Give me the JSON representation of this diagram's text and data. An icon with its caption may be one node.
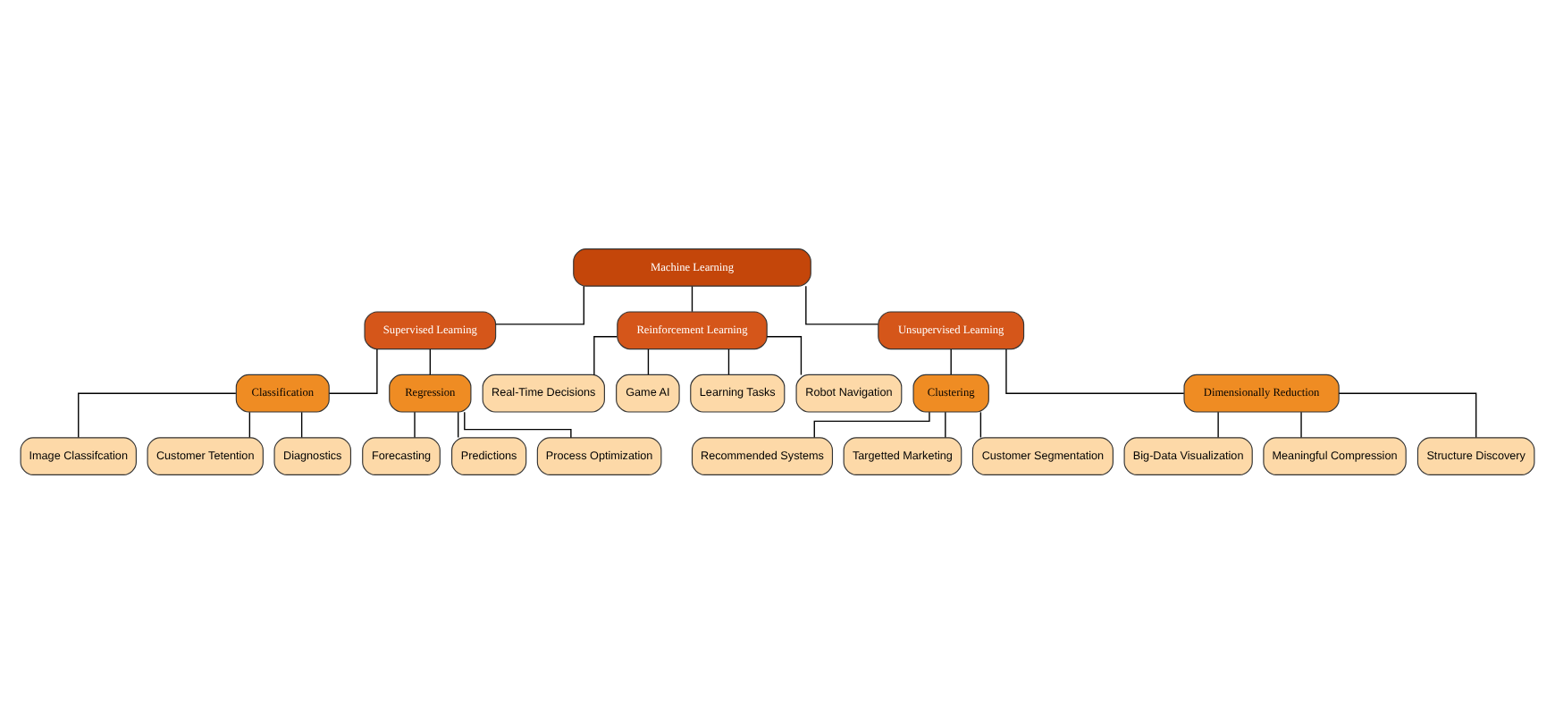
{
  "diagram": {
    "nodes": [
      {
        "text": [
          "Machine Learning"
        ]
      },
      {
        "text": [
          "Supervised Learning"
        ]
      },
      {
        "text": [
          "Reinforcement Learning"
        ]
      },
      {
        "text": [
          "Unsupervised Learning"
        ]
      },
      {
        "text": [
          "Classification"
        ]
      },
      {
        "text": [
          "Regression"
        ]
      },
      {
        "text": [
          "Image Classifcation"
        ]
      },
      {
        "text": [
          "Customer Tetention"
        ]
      },
      {
        "text": [
          "Diagnostics"
        ]
      },
      {
        "text": [
          "Forecasting"
        ]
      },
      {
        "text": [
          "Predictions"
        ]
      },
      {
        "text": [
          "Process Optimization"
        ]
      },
      {
        "text": [
          "Real-Time Decisions"
        ]
      },
      {
        "text": [
          "Game AI"
        ]
      },
      {
        "text": [
          "Learning Tasks"
        ]
      },
      {
        "text": [
          "Robot Navigation"
        ]
      },
      {
        "text": [
          "Clustering"
        ]
      },
      {
        "text": [
          "Dimensionally Reduction"
        ]
      },
      {
        "text": [
          "Recommended Systems"
        ]
      },
      {
        "text": [
          "Targetted Marketing"
        ]
      },
      {
        "text": [
          "Customer Segmentation"
        ]
      },
      {
        "text": [
          "Big-Data Visualization"
        ]
      },
      {
        "text": [
          "Meaningful Compression"
        ]
      },
      {
        "text": [
          "Structure Discovery"
        ]
      }
    ],
    "edges": [
      {
        "from": 0,
        "to": 1,
        "arrow": "none"
      },
      {
        "from": 0,
        "to": 2,
        "arrow": "none"
      },
      {
        "from": 0,
        "to": 3,
        "arrow": "none"
      },
      {
        "from": 1,
        "to": 4,
        "arrow": "none"
      },
      {
        "from": 1,
        "to": 5,
        "arrow": "none"
      },
      {
        "from": 4,
        "to": 6,
        "arrow": "none"
      },
      {
        "from": 4,
        "to": 7,
        "arrow": "none"
      },
      {
        "from": 4,
        "to": 8,
        "arrow": "none"
      },
      {
        "from": 5,
        "to": 9,
        "arrow": "none"
      },
      {
        "from": 5,
        "to": 10,
        "arrow": "none"
      },
      {
        "from": 5,
        "to": 11,
        "arrow": "none"
      },
      {
        "from": 2,
        "to": 12,
        "arrow": "none"
      },
      {
        "from": 2,
        "to": 13,
        "arrow": "none"
      },
      {
        "from": 2,
        "to": 14,
        "arrow": "none"
      },
      {
        "from": 2,
        "to": 15,
        "arrow": "none"
      },
      {
        "from": 3,
        "to": 16,
        "arrow": "none"
      },
      {
        "from": 3,
        "to": 17,
        "arrow": "none"
      },
      {
        "from": 16,
        "to": 18,
        "arrow": "none"
      },
      {
        "from": 16,
        "to": 19,
        "arrow": "none"
      },
      {
        "from": 16,
        "to": 20,
        "arrow": "none"
      },
      {
        "from": 17,
        "to": 21,
        "arrow": "none"
      },
      {
        "from": 17,
        "to": 22,
        "arrow": "none"
      },
      {
        "from": 17,
        "to": 23,
        "arrow": "none"
      }
    ]
  }
}
